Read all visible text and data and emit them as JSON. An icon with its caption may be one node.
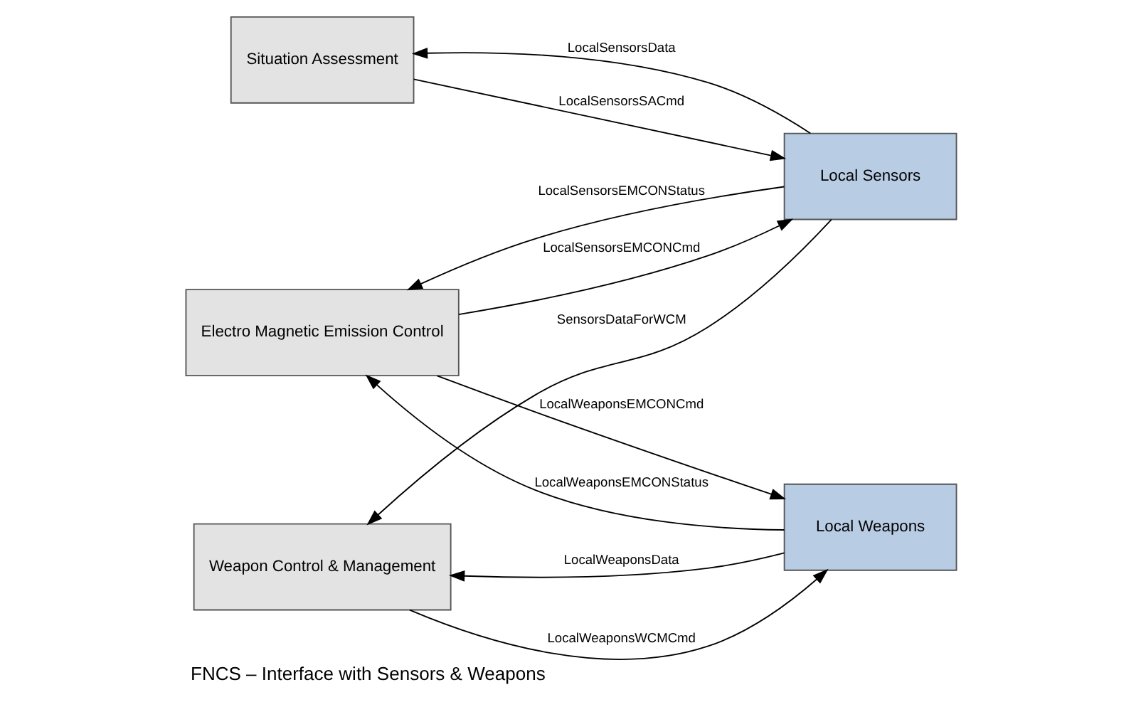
{
  "diagram": {
    "caption": "FNCS – Interface with Sensors & Weapons",
    "nodes": [
      {
        "text": [
          "Electro Magnetic Emission Control"
        ]
      },
      {
        "text": [
          "Local Sensors"
        ]
      },
      {
        "text": [
          "Situation Assessment"
        ]
      },
      {
        "text": [
          "Local Weapons"
        ]
      },
      {
        "text": [
          "Weapon Control & Management"
        ]
      }
    ],
    "edges": [
      {
        "from": 1,
        "to": 0,
        "arrow": "to",
        "label": "LocalSensorsEMCONStatus"
      },
      {
        "from": 0,
        "to": 1,
        "arrow": "to",
        "label": "LocalSensorsEMCONCmd"
      },
      {
        "from": 3,
        "to": 0,
        "arrow": "to",
        "label": "LocalWeaponsEMCONStatus"
      },
      {
        "from": 0,
        "to": 3,
        "arrow": "to",
        "label": "LocalWeaponsEMCONCmd"
      },
      {
        "from": 2,
        "to": 1,
        "arrow": "to",
        "label": "LocalSensorsSACmd"
      },
      {
        "from": 1,
        "to": 2,
        "arrow": "to",
        "label": "LocalSensorsData"
      },
      {
        "from": 1,
        "to": 4,
        "arrow": "to",
        "label": "SensorsDataForWCM"
      },
      {
        "from": 4,
        "to": 3,
        "arrow": "to",
        "label": "LocalWeaponsWCMCmd"
      },
      {
        "from": 3,
        "to": 4,
        "arrow": "to",
        "label": "LocalWeaponsData"
      }
    ]
  }
}
